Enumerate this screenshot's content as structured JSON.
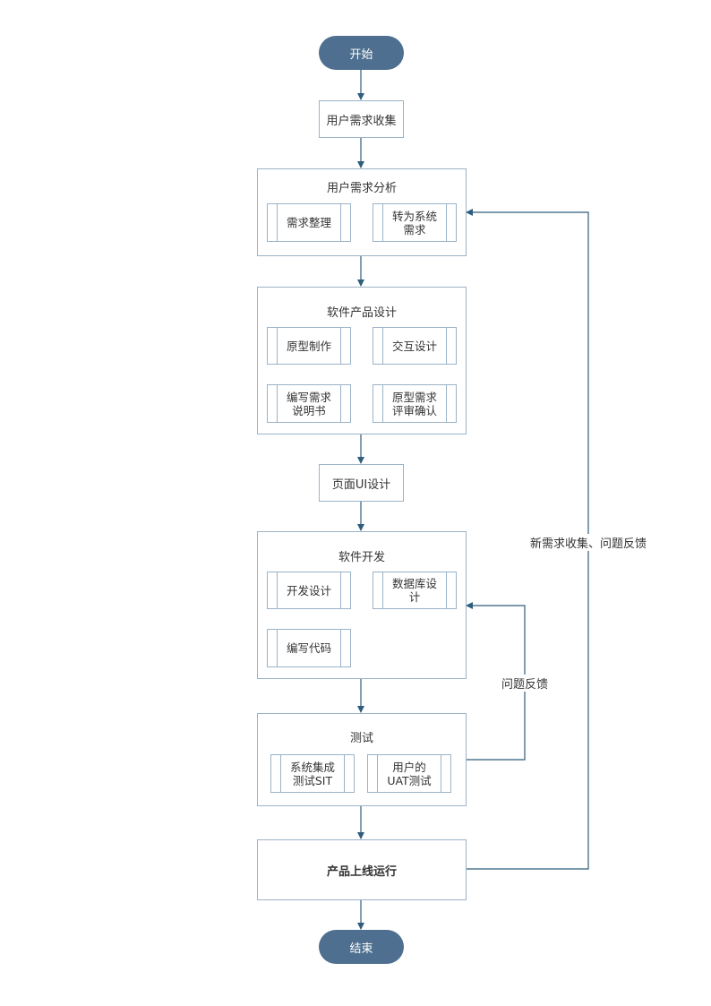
{
  "flow": {
    "start": "开始",
    "collect": "用户需求收集",
    "analysis": {
      "title": "用户需求分析",
      "organize": "需求整理",
      "convert": "转为系统\n需求"
    },
    "design": {
      "title": "软件产品设计",
      "prototype": "原型制作",
      "interaction": "交互设计",
      "spec": "编写需求\n说明书",
      "review": "原型需求\n评审确认"
    },
    "ui_design": "页面UI设计",
    "dev": {
      "title": "软件开发",
      "dev_design": "开发设计",
      "db_design": "数据库设\n计",
      "code": "编写代码"
    },
    "test": {
      "title": "测试",
      "sit": "系统集成\n测试SIT",
      "uat": "用户的\nUAT测试"
    },
    "release": "产品上线运行",
    "end": "结束",
    "feedback_label": "问题反馈",
    "new_feedback_label": "新需求收集、问题反馈"
  },
  "colors": {
    "terminal_fill": "#4e6f8f",
    "border": "#9bb3c7",
    "arrow": "#2f5d7c"
  }
}
